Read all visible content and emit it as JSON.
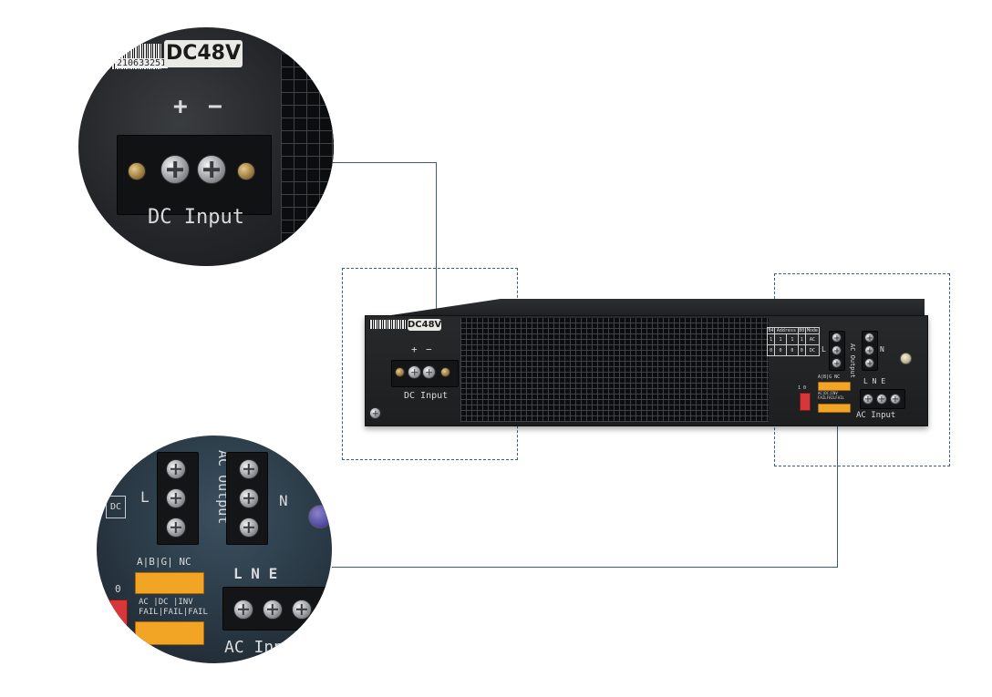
{
  "dc_label": "DC48V",
  "serial_text": "210633251",
  "terminals": {
    "plus": "+",
    "minus": "−",
    "dc_input": "DC Input",
    "ac_output": "AC Output",
    "l": "L",
    "n": "N",
    "e": "E",
    "ac_input": "AC Input",
    "dc_side": "DC",
    "zero": "0",
    "one": "1"
  },
  "relay_labels": {
    "top": [
      "A",
      "B",
      "G",
      "NC"
    ],
    "ac_fail_1": "AC",
    "ac_fail_2": "FAIL",
    "dc_fail_1": "DC",
    "dc_fail_2": "FAIL",
    "inv_fail_1": "INV",
    "inv_fail_2": "FAIL"
  },
  "address_panel": {
    "b4": "B4",
    "address": "Address",
    "b0": "B0",
    "mode": "Mode",
    "row_on": [
      "1",
      "1",
      "1",
      "1"
    ],
    "ac": "AC",
    "row_off": [
      "0",
      "0",
      "0",
      "0"
    ],
    "dc": "DC"
  },
  "colors": {
    "connector_line": "#3d5a74",
    "dashed_box": "#3e5f82",
    "terminal_orange": "#f2a424",
    "dip_red": "#d8373a"
  }
}
